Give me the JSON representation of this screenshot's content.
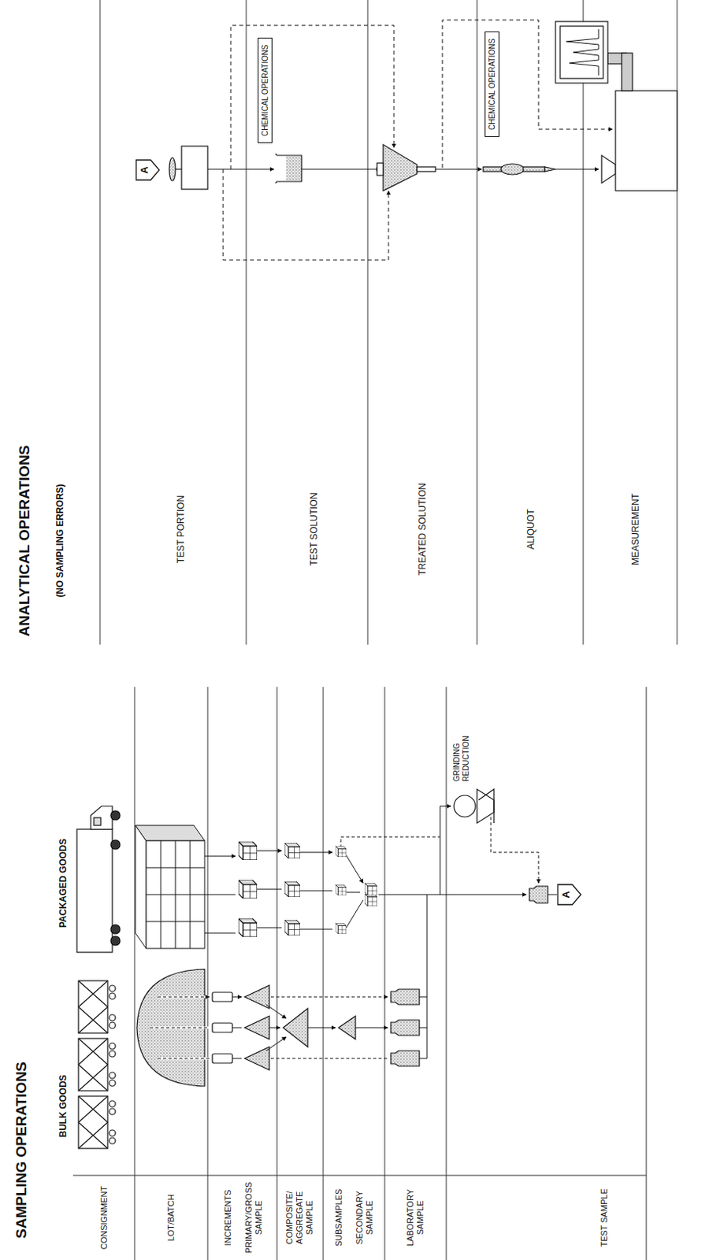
{
  "diagram": {
    "nodes": [
      {
        "text": [
          "A"
        ]
      },
      {
        "text": [
          "A"
        ]
      },
      {
        "text": [
          "CHEMICAL OPERATIONS"
        ]
      },
      {
        "text": [
          "CHEMICAL OPERATIONS"
        ]
      }
    ],
    "labels": [
      "SAMPLING OPERATIONS",
      "BULK GOODS",
      "PACKAGED GOODS",
      "CONSIGNMENT",
      "LOT/BATCH",
      "INCREMENTS",
      "PRIMARY/GROSS SAMPLE",
      "COMPOSITE/ AGGREGATE SAMPLE",
      "SUBSAMPLES",
      "SECONDARY SAMPLE",
      "LABORATORY SAMPLE",
      "TEST SAMPLE",
      "GRINDING REDUCTION",
      "ANALYTICAL OPERATIONS",
      "(NO SAMPLING ERRORS)",
      "TEST PORTION",
      "TEST SOLUTION",
      "TREATED SOLUTION",
      "ALIQUOT",
      "MEASUREMENT"
    ]
  }
}
